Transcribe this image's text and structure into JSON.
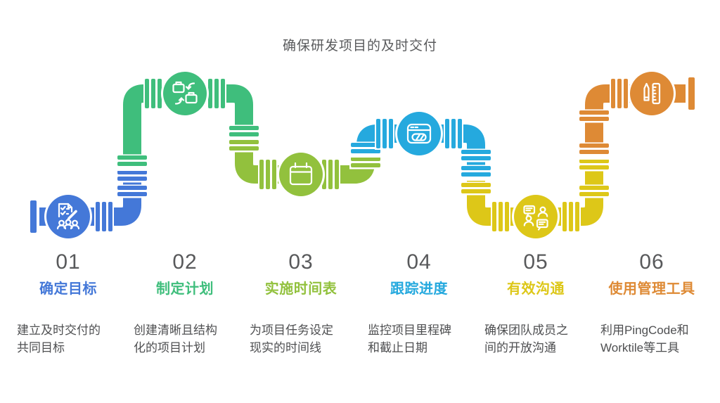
{
  "title": "确保研发项目的及时交付",
  "steps": [
    {
      "number": "01",
      "label": "确定目标",
      "description": "建立及时交付的共同目标",
      "color": "#4478d8",
      "icon": "checklist-team-icon"
    },
    {
      "number": "02",
      "label": "制定计划",
      "description": "创建清晰且结构化的项目计划",
      "color": "#3fbe7c",
      "icon": "briefcase-exchange-icon"
    },
    {
      "number": "03",
      "label": "实施时间表",
      "description": "为项目任务设定现实的时间线",
      "color": "#92c13d",
      "icon": "calendar-icon"
    },
    {
      "number": "04",
      "label": "跟踪进度",
      "description": "监控项目里程碑和截止日期",
      "color": "#25a9de",
      "icon": "progress-window-icon"
    },
    {
      "number": "05",
      "label": "有效沟通",
      "description": "确保团队成员之间的开放沟通",
      "color": "#ddc718",
      "icon": "people-chat-icon"
    },
    {
      "number": "06",
      "label": "使用管理工具",
      "description": "利用PingCode和Worktile等工具",
      "color": "#de8a35",
      "icon": "pencil-ruler-icon"
    }
  ],
  "colors": {
    "title_text": "#595a5c",
    "number_text": "#58595b",
    "description_text": "#4e4f51",
    "background": "#ffffff"
  }
}
